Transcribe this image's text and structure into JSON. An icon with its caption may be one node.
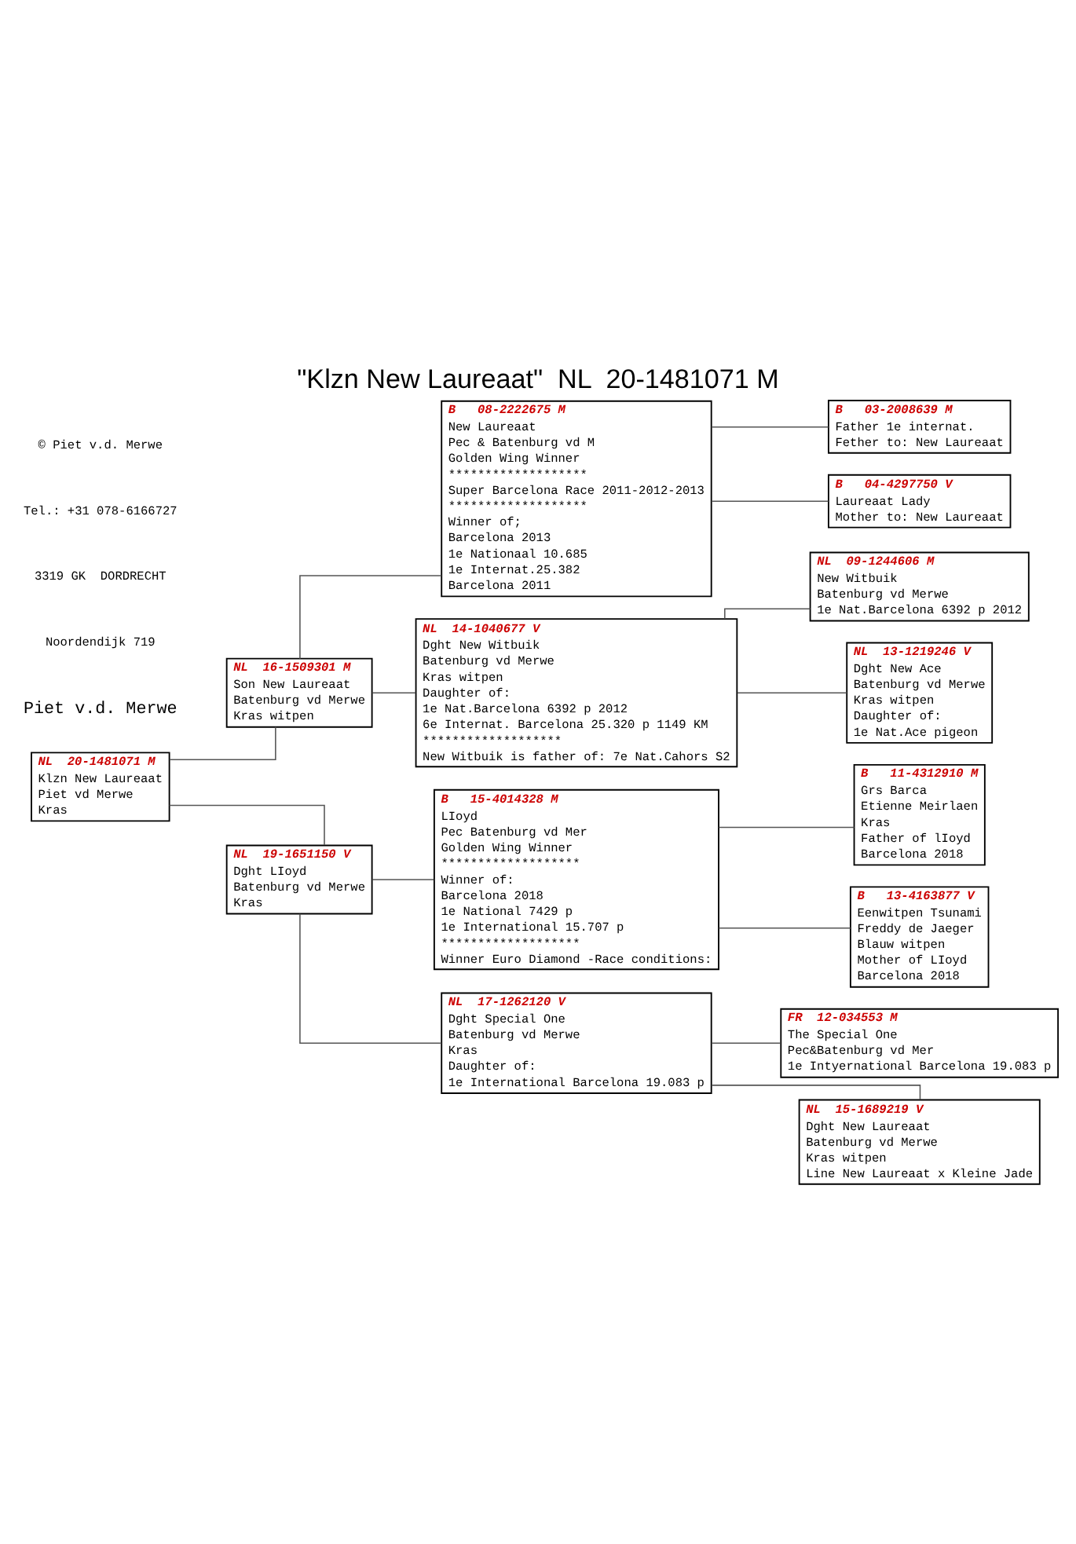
{
  "diagram": {
    "title": "\"Klzn New Laureaat\"  NL  20-1481071 M",
    "nodes": [
      {
        "text": [
          "NL  20-1481071 M",
          "Klzn New Laureaat",
          "Piet vd Merwe",
          "Kras"
        ]
      },
      {
        "text": [
          "NL  16-1509301 M",
          "Son New Laureaat",
          "Batenburg vd Merwe",
          "Kras witpen"
        ]
      },
      {
        "text": [
          "NL  19-1651150 V",
          "Dght LIoyd",
          "Batenburg vd Merwe",
          "Kras"
        ]
      },
      {
        "text": [
          "B   08-2222675 M",
          "New Laureaat",
          "Pec & Batenburg vd M",
          "Golden Wing Winner",
          "*******************",
          "Super Barcelona Race 2011-2012-2013",
          "*******************",
          "Winner of;",
          "Barcelona 2013",
          "1e Nationaal 10.685",
          "1e Internat.25.382",
          "Barcelona 2011"
        ]
      },
      {
        "text": [
          "NL  14-1040677 V",
          "Dght New Witbuik",
          "Batenburg vd Merwe",
          "Kras witpen",
          "Daughter of:",
          "1e Nat.Barcelona 6392 p 2012",
          "6e Internat. Barcelona 25.320 p 1149 KM",
          "*******************",
          "New Witbuik is father of: 7e Nat.Cahors S2"
        ]
      },
      {
        "text": [
          "B   15-4014328 M",
          "LIoyd",
          "Pec Batenburg vd Mer",
          "Golden Wing Winner",
          "*******************",
          "Winner of:",
          "Barcelona 2018",
          "1e National 7429 p",
          "1e International 15.707 p",
          "*******************",
          "Winner Euro Diamond -Race conditions:"
        ]
      },
      {
        "text": [
          "NL  17-1262120 V",
          "Dght Special One",
          "Batenburg vd Merwe",
          "Kras",
          "Daughter of:",
          "1e International Barcelona 19.083 p"
        ]
      },
      {
        "text": [
          "B   03-2008639 M",
          "Father 1e internat.",
          "Fether to: New Laureaat"
        ]
      },
      {
        "text": [
          "B   04-4297750 V",
          "Laureaat Lady",
          "Mother to: New Laureaat"
        ]
      },
      {
        "text": [
          "NL  09-1244606 M",
          "New Witbuik",
          "Batenburg vd Merwe",
          "1e Nat.Barcelona 6392 p 2012"
        ]
      },
      {
        "text": [
          "NL  13-1219246 V",
          "Dght New Ace",
          "Batenburg vd Merwe",
          "Kras witpen",
          "Daughter of:",
          "1e Nat.Ace pigeon"
        ]
      },
      {
        "text": [
          "B   11-4312910 M",
          "Grs Barca",
          "Etienne Meirlaen",
          "Kras",
          "Father of lIoyd",
          "Barcelona 2018"
        ]
      },
      {
        "text": [
          "B   13-4163877 V",
          "Eenwitpen Tsunami",
          "Freddy de Jaeger",
          "Blauw witpen",
          "Mother of LIoyd",
          "Barcelona 2018"
        ]
      },
      {
        "text": [
          "FR  12-034553 M",
          "The Special One",
          "Pec&Batenburg vd Mer",
          "1e Intyernational Barcelona 19.083 p"
        ]
      },
      {
        "text": [
          "NL  15-1689219 V",
          "Dght New Laureaat",
          "Batenburg vd Merwe",
          "Kras witpen",
          "Line New Laureaat x Kleine Jade"
        ]
      }
    ],
    "edges": [
      {
        "from": 0,
        "to": 1,
        "arrow": "none"
      },
      {
        "from": 0,
        "to": 2,
        "arrow": "none"
      },
      {
        "from": 1,
        "to": 3,
        "arrow": "none"
      },
      {
        "from": 1,
        "to": 4,
        "arrow": "none"
      },
      {
        "from": 2,
        "to": 5,
        "arrow": "none"
      },
      {
        "from": 2,
        "to": 6,
        "arrow": "none"
      },
      {
        "from": 3,
        "to": 7,
        "arrow": "none"
      },
      {
        "from": 3,
        "to": 8,
        "arrow": "none"
      },
      {
        "from": 4,
        "to": 9,
        "arrow": "none"
      },
      {
        "from": 4,
        "to": 10,
        "arrow": "none"
      },
      {
        "from": 5,
        "to": 11,
        "arrow": "none"
      },
      {
        "from": 5,
        "to": 12,
        "arrow": "none"
      },
      {
        "from": 6,
        "to": 13,
        "arrow": "none"
      },
      {
        "from": 6,
        "to": 14,
        "arrow": "none"
      }
    ],
    "labels": [
      "Piet v.d. Merwe",
      "Noordendijk 719",
      "3319 GK  DORDRECHT",
      "Tel.: +31 078-6166727",
      "© Piet v.d. Merwe"
    ]
  }
}
